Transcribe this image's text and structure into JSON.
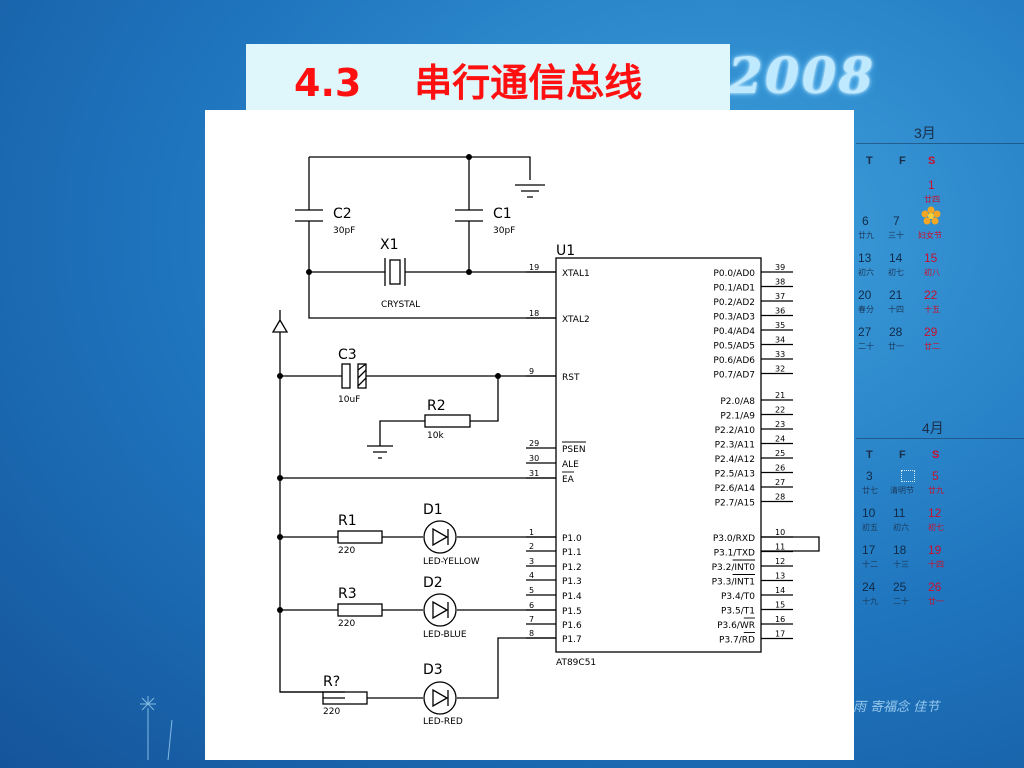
{
  "slide": {
    "title": "4.3    串行通信总线",
    "background_year": "2008",
    "background_script": "如雨 寄福念 佳节"
  },
  "schematic": {
    "u1": {
      "ref": "U1",
      "part": "AT89C51",
      "left_pins": [
        {
          "num": "19",
          "name": "XTAL1"
        },
        {
          "num": "18",
          "name": "XTAL2"
        },
        {
          "num": "9",
          "name": "RST"
        },
        {
          "num": "29",
          "name": "PSEN"
        },
        {
          "num": "30",
          "name": "ALE"
        },
        {
          "num": "31",
          "name": "EA"
        },
        {
          "num": "1",
          "name": "P1.0"
        },
        {
          "num": "2",
          "name": "P1.1"
        },
        {
          "num": "3",
          "name": "P1.2"
        },
        {
          "num": "4",
          "name": "P1.3"
        },
        {
          "num": "5",
          "name": "P1.4"
        },
        {
          "num": "6",
          "name": "P1.5"
        },
        {
          "num": "7",
          "name": "P1.6"
        },
        {
          "num": "8",
          "name": "P1.7"
        }
      ],
      "right_pins": [
        {
          "num": "39",
          "name": "P0.0/AD0"
        },
        {
          "num": "38",
          "name": "P0.1/AD1"
        },
        {
          "num": "37",
          "name": "P0.2/AD2"
        },
        {
          "num": "36",
          "name": "P0.3/AD3"
        },
        {
          "num": "35",
          "name": "P0.4/AD4"
        },
        {
          "num": "34",
          "name": "P0.5/AD5"
        },
        {
          "num": "33",
          "name": "P0.6/AD6"
        },
        {
          "num": "32",
          "name": "P0.7/AD7"
        },
        {
          "num": "21",
          "name": "P2.0/A8"
        },
        {
          "num": "22",
          "name": "P2.1/A9"
        },
        {
          "num": "23",
          "name": "P2.2/A10"
        },
        {
          "num": "24",
          "name": "P2.3/A11"
        },
        {
          "num": "25",
          "name": "P2.4/A12"
        },
        {
          "num": "26",
          "name": "P2.5/A13"
        },
        {
          "num": "27",
          "name": "P2.6/A14"
        },
        {
          "num": "28",
          "name": "P2.7/A15"
        },
        {
          "num": "10",
          "name": "P3.0/RXD"
        },
        {
          "num": "11",
          "name": "P3.1/TXD"
        },
        {
          "num": "12",
          "name": "P3.2/INT0"
        },
        {
          "num": "13",
          "name": "P3.3/INT1"
        },
        {
          "num": "14",
          "name": "P3.4/T0"
        },
        {
          "num": "15",
          "name": "P3.5/T1"
        },
        {
          "num": "16",
          "name": "P3.6/WR"
        },
        {
          "num": "17",
          "name": "P3.7/RD"
        }
      ]
    },
    "c1": {
      "ref": "C1",
      "value": "30pF"
    },
    "c2": {
      "ref": "C2",
      "value": "30pF"
    },
    "c3": {
      "ref": "C3",
      "value": "10uF"
    },
    "x1": {
      "ref": "X1",
      "value": "CRYSTAL"
    },
    "r2": {
      "ref": "R2",
      "value": "10k"
    },
    "r1": {
      "ref": "R1",
      "value": "220"
    },
    "r3": {
      "ref": "R3",
      "value": "220"
    },
    "r4": {
      "ref": "R?",
      "value": "220"
    },
    "d1": {
      "ref": "D1",
      "value": "LED-YELLOW"
    },
    "d2": {
      "ref": "D2",
      "value": "LED-BLUE"
    },
    "d3": {
      "ref": "D3",
      "value": "LED-RED"
    }
  },
  "calendar": {
    "march": {
      "month": "3月",
      "headers": [
        "T",
        "F",
        "S"
      ],
      "rows": [
        [
          {
            "d": "",
            "s": ""
          },
          {
            "d": "",
            "s": ""
          },
          {
            "d": "1",
            "s": "廿四"
          }
        ],
        [
          {
            "d": "6",
            "s": "廿九"
          },
          {
            "d": "7",
            "s": "三十"
          },
          {
            "d": "",
            "s": "妇女节"
          }
        ],
        [
          {
            "d": "13",
            "s": "初六"
          },
          {
            "d": "14",
            "s": "初七"
          },
          {
            "d": "15",
            "s": "初八"
          }
        ],
        [
          {
            "d": "20",
            "s": "春分"
          },
          {
            "d": "21",
            "s": "十四"
          },
          {
            "d": "22",
            "s": "十五"
          }
        ],
        [
          {
            "d": "27",
            "s": "二十"
          },
          {
            "d": "28",
            "s": "廿一"
          },
          {
            "d": "29",
            "s": "廿二"
          }
        ]
      ]
    },
    "april": {
      "month": "4月",
      "headers": [
        "T",
        "F",
        "S"
      ],
      "rows": [
        [
          {
            "d": "3",
            "s": "廿七"
          },
          {
            "d": "",
            "s": "清明节"
          },
          {
            "d": "5",
            "s": "廿九"
          }
        ],
        [
          {
            "d": "10",
            "s": "初五"
          },
          {
            "d": "11",
            "s": "初六"
          },
          {
            "d": "12",
            "s": "初七"
          }
        ],
        [
          {
            "d": "17",
            "s": "十二"
          },
          {
            "d": "18",
            "s": "十三"
          },
          {
            "d": "19",
            "s": "十四"
          }
        ],
        [
          {
            "d": "24",
            "s": "十九"
          },
          {
            "d": "25",
            "s": "二十"
          },
          {
            "d": "26",
            "s": "廿一"
          }
        ]
      ]
    }
  }
}
